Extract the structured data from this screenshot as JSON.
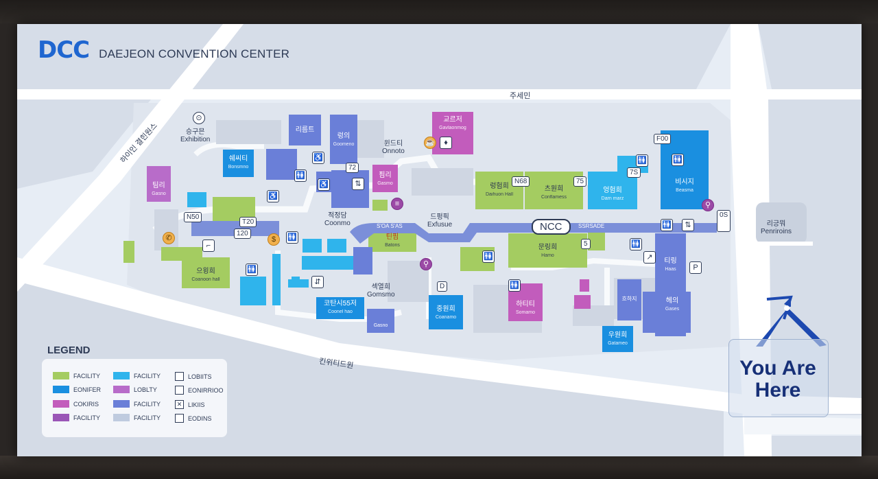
{
  "header": {
    "logo": "DCC",
    "venue_name": "DAEJEON CONVENTION CENTER"
  },
  "streets": {
    "north": "주세민",
    "west": "하이인 결힌원스",
    "south": "킨위티드원"
  },
  "buildings": [
    {
      "id": "gsi",
      "label": "승구믄",
      "sub": "Exhibition"
    },
    {
      "id": "b1",
      "label": "리름트",
      "sub": ""
    },
    {
      "id": "b2",
      "label": "렁의",
      "sub": "Goomeno"
    },
    {
      "id": "b3",
      "label": "윈드티",
      "sub": "Onnoto"
    },
    {
      "id": "b4",
      "label": "교르저",
      "sub": "Gavlaonmog"
    },
    {
      "id": "b5",
      "label": "쉐씨티",
      "sub": "Bonsmno"
    },
    {
      "id": "b6",
      "label": "팀리",
      "sub": "Gasno"
    },
    {
      "id": "b7",
      "label": "핌리",
      "sub": "Gasmo"
    },
    {
      "id": "b8",
      "label": "적정담",
      "sub": "Coonmo"
    },
    {
      "id": "b9",
      "label": "드펑픽",
      "sub": "Exfusue"
    },
    {
      "id": "b10",
      "label": "틴핌",
      "sub": "Batons"
    },
    {
      "id": "b11",
      "label": "으윙희",
      "sub": "Coanoon hall"
    },
    {
      "id": "b12",
      "label": "섹열희",
      "sub": "Gomsmo"
    },
    {
      "id": "b13",
      "label": "코탄시55저",
      "sub": "Coonel hao"
    },
    {
      "id": "b14",
      "label": "중원희",
      "sub": "Coanamo"
    },
    {
      "id": "b15",
      "label": "렁험희",
      "sub": "Daihuon Hall"
    },
    {
      "id": "b16",
      "label": "츠원희",
      "sub": "Conflamess"
    },
    {
      "id": "b17",
      "label": "엉험희",
      "sub": "Darn marz"
    },
    {
      "id": "b18",
      "label": "비시지",
      "sub": "Beasma"
    },
    {
      "id": "b19",
      "label": "문링희",
      "sub": "Hamo"
    },
    {
      "id": "b20",
      "label": "하티티",
      "sub": "Somamo"
    },
    {
      "id": "b21",
      "label": "우원희",
      "sub": "Gatameo"
    },
    {
      "id": "b22",
      "label": "티링",
      "sub": "Haas"
    },
    {
      "id": "b23",
      "label": "헤의",
      "sub": "Gases"
    },
    {
      "id": "b24",
      "label": "흐하지",
      "sub": ""
    },
    {
      "id": "b25",
      "label": "리긍뭐",
      "sub": "Penriroins"
    },
    {
      "id": "b26",
      "label": "",
      "sub": "Gasno"
    }
  ],
  "tags": {
    "n50": "N50",
    "t120": "T20",
    "t120b": "120",
    "t72": "72",
    "n68": "N68",
    "t75": "75",
    "t7s": "7S",
    "f100": "F00",
    "ncc": "NCC",
    "d": "D",
    "t5": "5",
    "t0s": "0S",
    "walkway": "SSRSADE",
    "walkway_left": "S'OA S'AS"
  },
  "legend": {
    "title": "LEGEND",
    "items": [
      {
        "label": "FACILITY",
        "color": "#a4cc61"
      },
      {
        "label": "EONIFER",
        "color": "#1a8fe0"
      },
      {
        "label": "COKIRIS",
        "color": "#c25cbc"
      },
      {
        "label": "FACILITY",
        "color": "#9a56b7"
      },
      {
        "label": "FACILITY",
        "color": "#2fb4ec"
      },
      {
        "label": "LOBLTY",
        "color": "#b86cc9"
      },
      {
        "label": "FACILITY",
        "color": "#6a7fd8"
      },
      {
        "label": "FACILITY",
        "color": "#bfcbdf"
      },
      {
        "label": "LOBIITS",
        "mark": ""
      },
      {
        "label": "EONIRRIOO",
        "mark": ""
      },
      {
        "label": "LIKIIS",
        "mark": "✕"
      },
      {
        "label": "EODINS",
        "mark": ""
      }
    ]
  },
  "you_are_here": {
    "line1": "You Are",
    "line2": "Here"
  },
  "colors": {
    "green": "#a4cc61",
    "blue": "#1a8fe0",
    "violet": "#6a7fd8",
    "cyan": "#2fb4ec",
    "magenta": "#c25cbc",
    "purple": "#9a56b7",
    "road": "#ffffff",
    "ground": "#e7edf5",
    "block": "#d5dce7",
    "walkway": "#7b8fd9",
    "accent": "#173077"
  },
  "icons": [
    "toilet-icon",
    "elevator-icon",
    "info-icon",
    "parking-icon",
    "restaurant-icon",
    "stairs-icon",
    "escalator-icon",
    "accessible-icon",
    "cafe-icon",
    "atm-icon"
  ]
}
